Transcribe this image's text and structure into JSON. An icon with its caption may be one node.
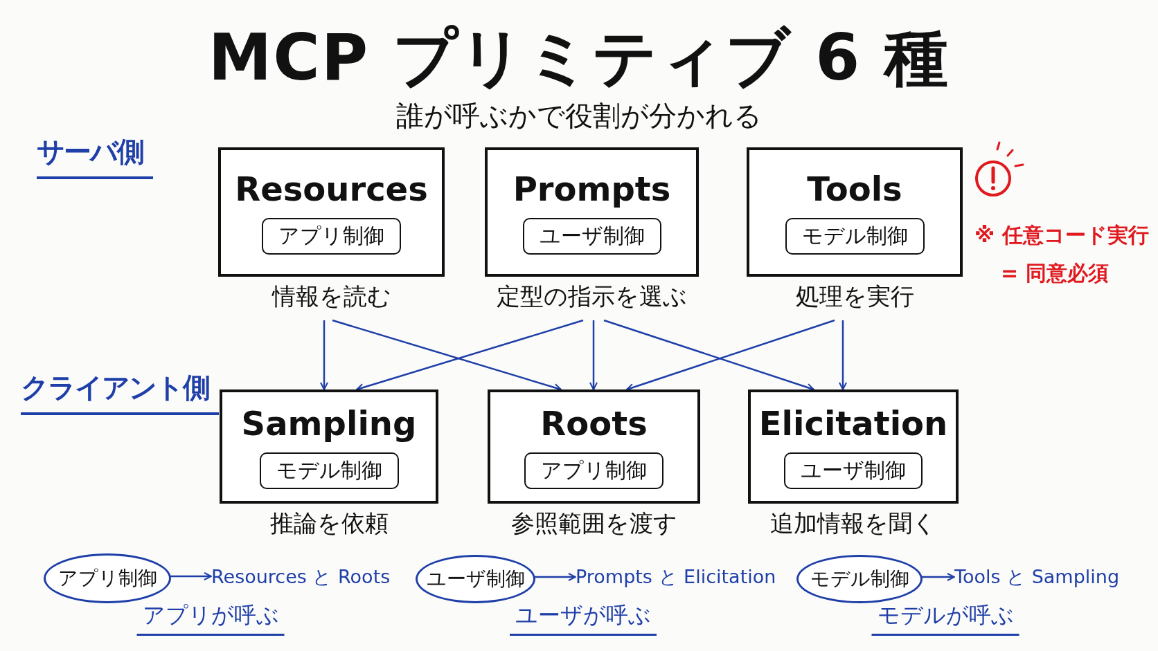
{
  "diagram": {
    "title": "MCP プリミティブ 6 種",
    "nodes": [
      {
        "text": [
          "Resources",
          "アプリ制御"
        ],
        "beside": [
          "情報を読む"
        ]
      },
      {
        "text": [
          "Prompts",
          "ユーザ制御"
        ],
        "beside": [
          "定型の指示を選ぶ"
        ]
      },
      {
        "text": [
          "Tools",
          "モデル制御"
        ],
        "beside": [
          "処理を実行"
        ]
      },
      {
        "text": [
          "Sampling",
          "モデル制御"
        ],
        "beside": [
          "推論を依頼"
        ]
      },
      {
        "text": [
          "Roots",
          "アプリ制御"
        ],
        "beside": [
          "参照範囲を渡す"
        ]
      },
      {
        "text": [
          "Elicitation",
          "ユーザ制御"
        ],
        "beside": [
          "追加情報を聞く"
        ]
      },
      {
        "text": [
          "アプリ制御"
        ]
      },
      {
        "text": [
          "Resources と Roots"
        ]
      },
      {
        "text": [
          "ユーザ制御"
        ]
      },
      {
        "text": [
          "Prompts と Elicitation"
        ]
      },
      {
        "text": [
          "モデル制御"
        ]
      },
      {
        "text": [
          "Tools と Sampling"
        ]
      }
    ],
    "edges": [
      {
        "from": 0,
        "to": 3,
        "arrow": "to"
      },
      {
        "from": 0,
        "to": 4,
        "arrow": "to"
      },
      {
        "from": 1,
        "to": 3,
        "arrow": "to"
      },
      {
        "from": 1,
        "to": 4,
        "arrow": "to"
      },
      {
        "from": 1,
        "to": 5,
        "arrow": "to"
      },
      {
        "from": 2,
        "to": 4,
        "arrow": "to"
      },
      {
        "from": 2,
        "to": 5,
        "arrow": "to"
      },
      {
        "from": 6,
        "to": 7,
        "arrow": "to"
      },
      {
        "from": 8,
        "to": 9,
        "arrow": "to"
      },
      {
        "from": 10,
        "to": 11,
        "arrow": "to"
      }
    ],
    "labels": [
      "誰が呼ぶかで役割が分かれる",
      "サーバ側",
      "クライアント側",
      "※ 任意コード実行",
      "= 同意必須",
      "アプリが呼ぶ",
      "ユーザが呼ぶ",
      "モデルが呼ぶ"
    ]
  }
}
